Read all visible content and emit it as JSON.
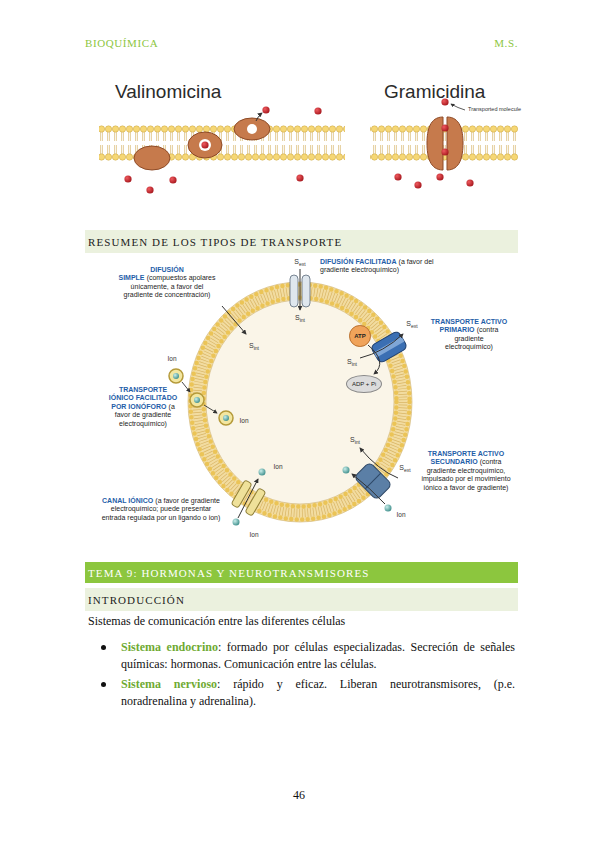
{
  "diagram": {
    "nodes": [
      {
        "text": [
          "RESUMEN DE LOS TIPOS DE TRANSPORTE"
        ]
      },
      {
        "text": [
          "ATP"
        ]
      },
      {
        "text": [
          "ADP + P",
          "i"
        ]
      },
      {
        "text": [
          "TEMA 9: HORMONAS Y NEUROTRANSMISORES"
        ]
      },
      {
        "text": [
          "INTRODUCCIÓN"
        ]
      }
    ],
    "labels": [
      "BIOQUÍMICA",
      "M.S.",
      "Valinomicina",
      "Gramicidina",
      "Transported molecule",
      "S",
      "ext",
      "DIFUSIÓN FACILITADA",
      "(a favor del gradiente electroquímico)",
      "DIFUSIÓN SIMPLE",
      "(compuestos apolares únicamente, a favor del gradiente de concentración)",
      "S",
      "int",
      "S",
      "int",
      "TRANSPORTE ACTIVO PRIMARIO",
      "(contra gradiente electroquímico)",
      "S",
      "int",
      "S",
      "ext",
      "Ion",
      "TRANSPORTE IÓNICO FACILITADO POR IONÓFORO",
      "(a favor de gradiente electroquímico)",
      "Ion",
      "S",
      "ext",
      "Ion",
      "TRANSPORTE ACTIVO SECUNDARIO",
      "(contra gradiente electroquímico, impulsado por el movimiento iónico a favor de gradiente)",
      "Ion",
      "S",
      "int",
      "Ion",
      "CANAL IÓNICO",
      "(a favor de gradiente electroquímico; puede presentar entrada regulada por un ligando o ion)",
      "Sistemas de comunicación entre las diferentes células",
      "Sistema endocrino",
      ": formado por células especializadas. Secreción de señales químicas: hormonas. Comunicación entre las células.",
      "Sistema nervioso",
      ": rápido y eficaz. Liberan neurotransmisores, (p.e. noradrenalina y adrenalina).",
      "46"
    ]
  }
}
